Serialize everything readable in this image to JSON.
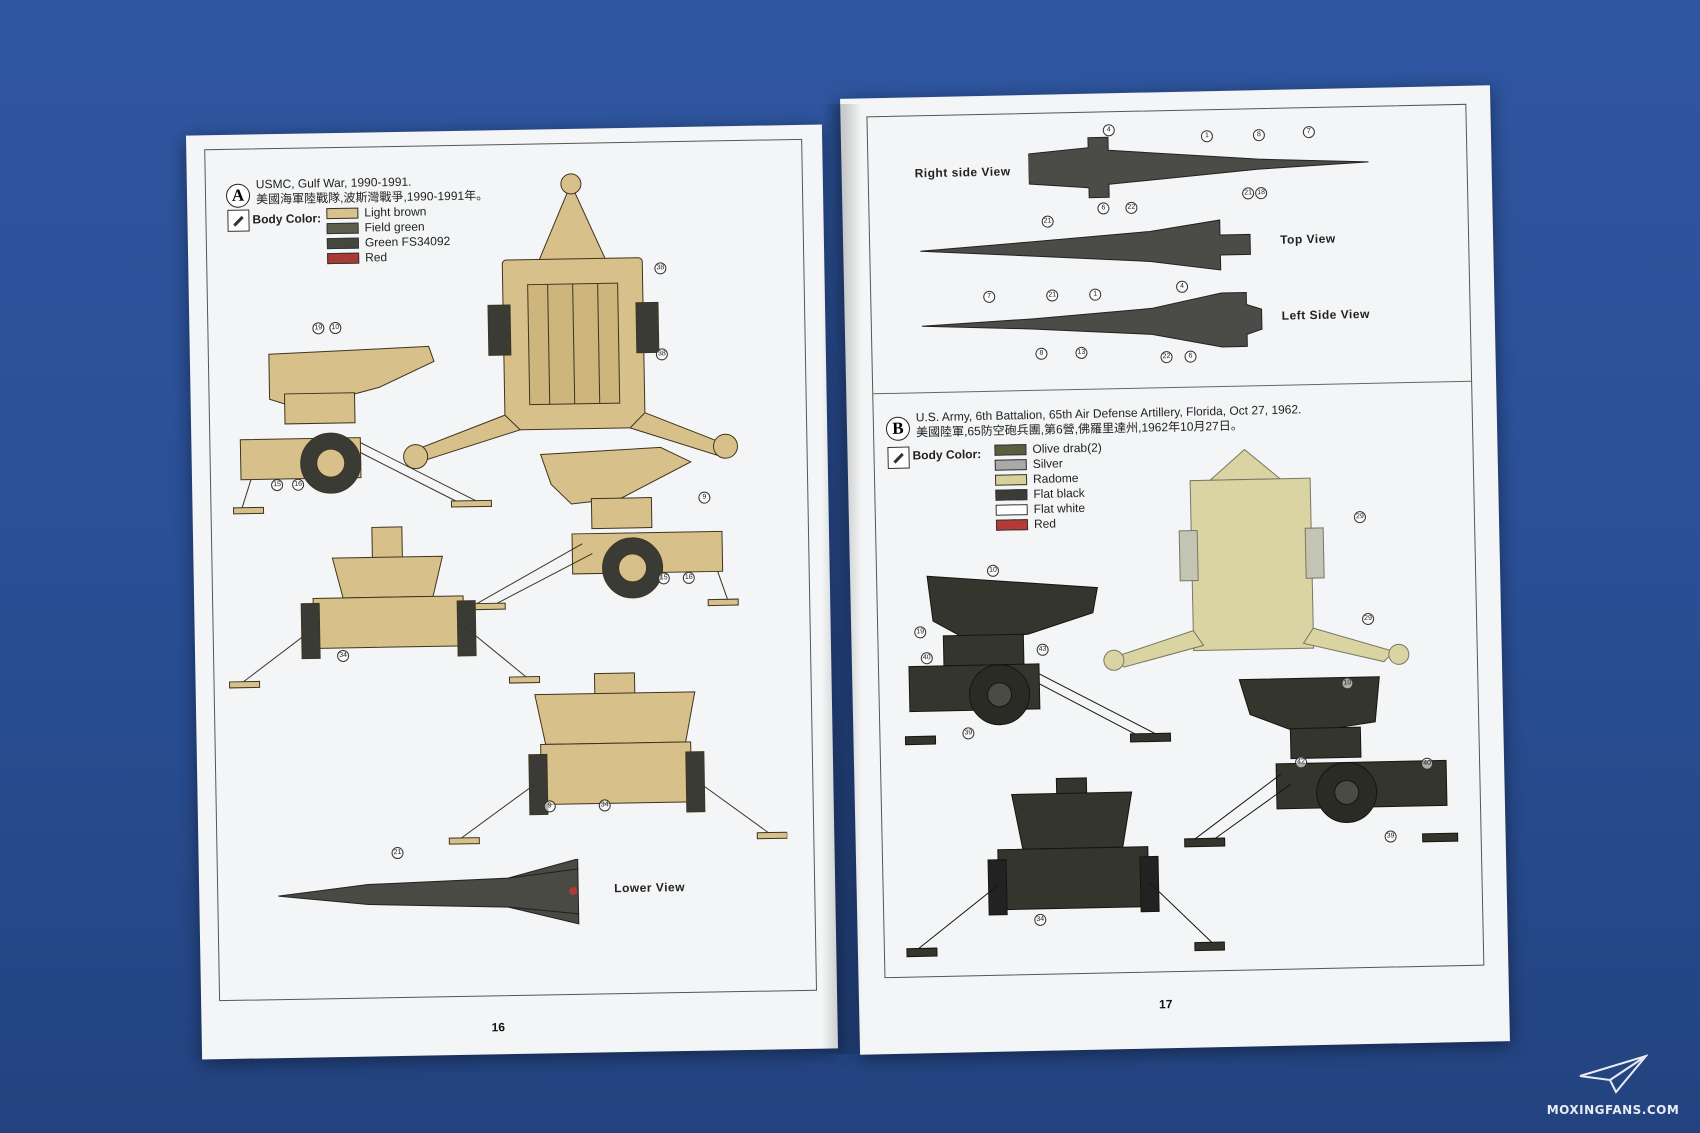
{
  "left_page": {
    "section": {
      "letter": "A",
      "title_en": "USMC, Gulf War, 1990-1991.",
      "title_zh": "美國海軍陸戰隊,波斯灣戰爭,1990-1991年。",
      "body_color_label": "Body Color:",
      "colors": [
        {
          "name": "Light brown",
          "hex": "#d9c28a"
        },
        {
          "name": "Field green",
          "hex": "#5d5f4c"
        },
        {
          "name": "Green FS34092",
          "hex": "#43483f"
        },
        {
          "name": "Red",
          "hex": "#a83a35"
        }
      ]
    },
    "lower_view_label": "Lower View",
    "callouts": [
      "38",
      "38",
      "19",
      "10",
      "15",
      "16",
      "9",
      "15",
      "16",
      "34",
      "9",
      "34",
      "21"
    ],
    "page_number": "16"
  },
  "right_page": {
    "views": {
      "right_side": "Right side View",
      "top": "Top View",
      "left_side": "Left Side View"
    },
    "callouts_top": [
      "4",
      "1",
      "8",
      "7",
      "6",
      "22",
      "21",
      "18",
      "21",
      "7",
      "21",
      "1",
      "4",
      "8",
      "13",
      "22",
      "6"
    ],
    "section": {
      "letter": "B",
      "title_en": "U.S. Army, 6th Battalion, 65th Air Defense Artillery, Florida, Oct 27, 1962.",
      "title_zh": "美國陸軍,65防空砲兵團,第6營,佛羅里達州,1962年10月27日。",
      "body_color_label": "Body Color:",
      "colors": [
        {
          "name": "Olive drab(2)",
          "hex": "#5b5e3e"
        },
        {
          "name": "Silver",
          "hex": "#a9aaa8"
        },
        {
          "name": "Radome",
          "hex": "#d8d09a"
        },
        {
          "name": "Flat black",
          "hex": "#3b3b38"
        },
        {
          "name": "Flat white",
          "hex": "#ffffff"
        },
        {
          "name": "Red",
          "hex": "#b53a36"
        }
      ]
    },
    "callouts_bottom": [
      "10",
      "19",
      "40",
      "43",
      "39",
      "29",
      "29",
      "10",
      "42",
      "40",
      "39",
      "34"
    ],
    "page_number": "17"
  },
  "watermark": {
    "text": "MOXINGFANS.COM",
    "icon": "paper-plane-icon"
  }
}
